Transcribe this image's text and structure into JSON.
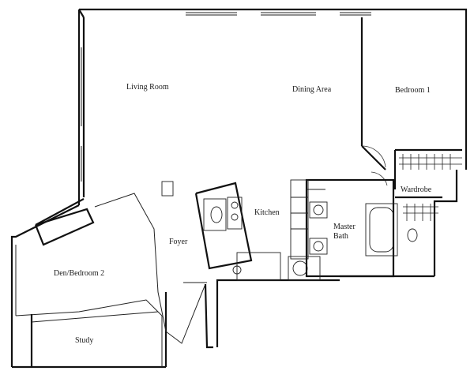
{
  "floorplan": {
    "rooms": {
      "living_room": "Living Room",
      "dining_area": "Dining Area",
      "bedroom_1": "Bedroom 1",
      "wardrobe": "Wardrobe",
      "kitchen": "Kitchen",
      "master_bath": "Master Bath",
      "foyer": "Foyer",
      "den_bedroom_2": "Den/Bedroom 2",
      "study": "Study"
    },
    "master_bath_lines": [
      "Master",
      "Bath"
    ]
  }
}
